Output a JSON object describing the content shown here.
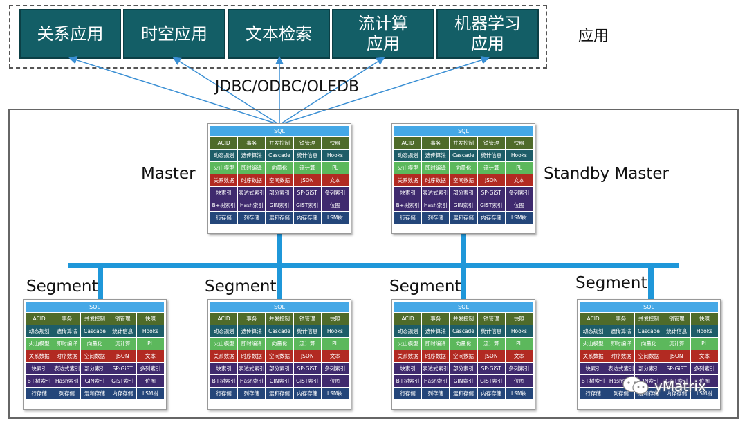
{
  "colors": {
    "app_box": "#135e66",
    "bus": "#1f97d9",
    "arrow": "#3a8fd4",
    "sql_bar": "#45a8e6",
    "row_olive": "#4f6b2a",
    "row_teal": "#1e5d68",
    "row_green": "#5cb85c",
    "row_red": "#b22a22",
    "row_purple": "#3f2a6e",
    "row_navy": "#24467a"
  },
  "apps": {
    "label": "应用",
    "items": [
      "关系应用",
      "时空应用",
      "文本检索",
      "流计算\n应用",
      "机器学习\n应用"
    ]
  },
  "protocol": "JDBC/ODBC/OLEDB",
  "nodes": {
    "master": "Master",
    "standby": "Standby Master",
    "segment": "Segment"
  },
  "block": {
    "sql": "SQL",
    "rows": [
      {
        "color": "#4f6b2a",
        "cells": [
          "ACID",
          "事务",
          "并发控制",
          "锁管理",
          "快照"
        ]
      },
      {
        "color": "#1e5d68",
        "cells": [
          "动态规划",
          "遗传算法",
          "Cascade",
          "统计信息",
          "Hooks"
        ]
      },
      {
        "color": "#5cb85c",
        "cells": [
          "火山模型",
          "即时编译",
          "向量化",
          "流计算",
          "PL"
        ]
      },
      {
        "color": "#b22a22",
        "cells": [
          "关系数据",
          "时序数据",
          "空间数据",
          "JSON",
          "文本"
        ]
      },
      {
        "color": "#3f2a6e",
        "cells": [
          "块索引",
          "表达式索引",
          "部分索引",
          "SP-GiST",
          "多列索引"
        ]
      },
      {
        "color": "#3f2a6e",
        "cells": [
          "B+树索引",
          "Hash索引",
          "GIN索引",
          "GiST索引",
          "位图"
        ]
      },
      {
        "color": "#24467a",
        "cells": [
          "行存储",
          "列存储",
          "混和存储",
          "内存存储",
          "LSM树"
        ]
      }
    ]
  },
  "watermark": "yMatrix"
}
